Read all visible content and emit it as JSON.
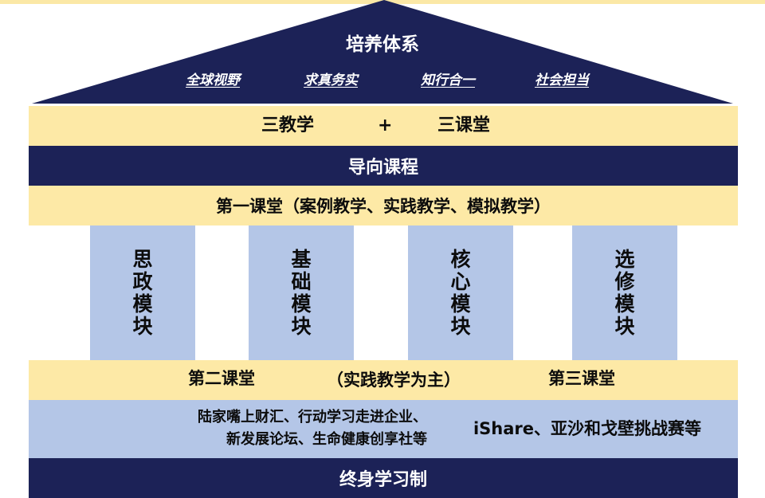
{
  "roof": {
    "title": "培养体系",
    "mottos": [
      "全球视野",
      "求真务实",
      "知行合一",
      "社会担当"
    ]
  },
  "row_teaching": {
    "left": "三教学",
    "plus": "+",
    "right": "三课堂"
  },
  "guide_course": "导向课程",
  "first_classroom": "第一课堂（案例教学、实践教学、模拟教学）",
  "pillars": [
    "思政模块",
    "基础模块",
    "核心模块",
    "选修模块"
  ],
  "second_row": {
    "left": "第二课堂",
    "middle": "（实践教学为主）",
    "right": "第三课堂"
  },
  "activities": {
    "left_line1": "陆家嘴上财汇、行动学习走进企业、",
    "left_line2": "新发展论坛、生命健康创享社等",
    "right": "iShare、亚沙和戈壁挑战赛等"
  },
  "foundation": "终身学习制",
  "colors": {
    "navy": "#1c2257",
    "yellow": "#fde9a6",
    "light_blue": "#b4c6e7"
  }
}
